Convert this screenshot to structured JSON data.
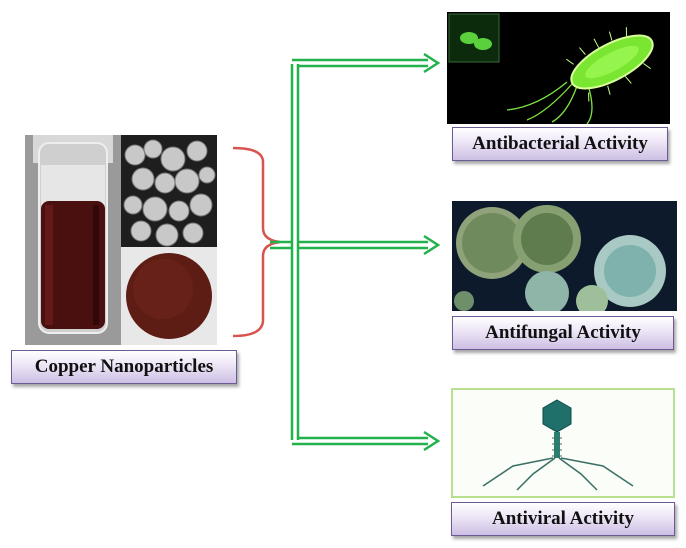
{
  "labels": {
    "source": "Copper Nanoparticles",
    "antibacterial": "Antibacterial Activity",
    "antifungal": "Antifungal Activity",
    "antiviral": "Antiviral Activity"
  },
  "colors": {
    "arrow": "#22b14c",
    "bracket": "#d9534f",
    "label_border": "#6b5b95",
    "label_fill": "#d8cce8"
  },
  "images": [
    {
      "name": "copper-vial-photo"
    },
    {
      "name": "sem-micrograph"
    },
    {
      "name": "copper-powder-photo"
    },
    {
      "name": "bacteria-illustration"
    },
    {
      "name": "fungi-colonies-photo"
    },
    {
      "name": "bacteriophage-illustration"
    }
  ]
}
